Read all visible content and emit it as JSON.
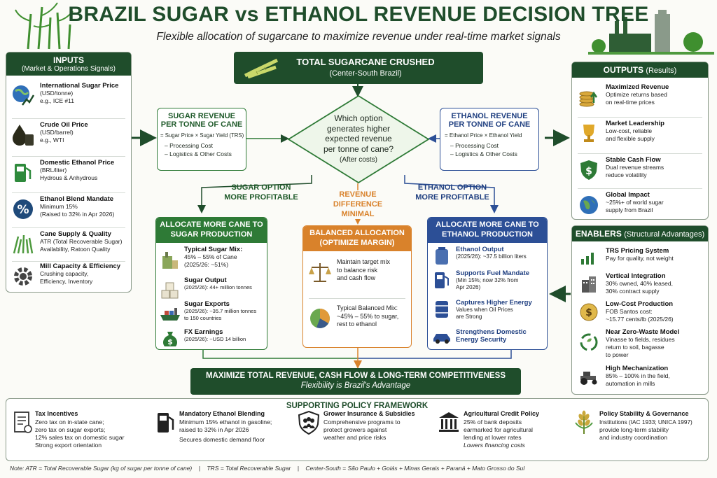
{
  "title": "BRAZIL SUGAR vs ETHANOL REVENUE DECISION TREE",
  "subtitle": "Flexible allocation of sugarcane to maximize revenue under real-time market signals",
  "inputs": {
    "header": "INPUTS",
    "subheader": "(Market & Operations Signals)",
    "items": [
      {
        "icon": "globe-chart-icon",
        "title": "International Sugar Price",
        "lines": [
          "(USD/tonne)",
          "e.g., ICE #11"
        ]
      },
      {
        "icon": "oil-drop-icon",
        "title": "Crude Oil Price",
        "lines": [
          "(USD/barrel)",
          "e.g., WTI"
        ]
      },
      {
        "icon": "fuel-pump-icon",
        "title": "Domestic Ethanol Price",
        "lines": [
          "(BRL/liter)",
          "Hydrous & Anhydrous"
        ]
      },
      {
        "icon": "percent-icon",
        "title": "Ethanol Blend Mandate",
        "lines": [
          "Minimum 15%",
          "(Raised to 32% in Apr 2026)"
        ]
      },
      {
        "icon": "cane-field-icon",
        "title": "Cane Supply & Quality",
        "lines": [
          "ATR (Total Recoverable Sugar)",
          "Availability, Ratoon Quality"
        ]
      },
      {
        "icon": "gear-icon",
        "title": "Mill Capacity & Efficiency",
        "lines": [
          "Crushing capacity,",
          "Efficiency, Inventory"
        ]
      }
    ]
  },
  "top": {
    "title": "TOTAL SUGARCANE CRUSHED",
    "sub": "(Center-South Brazil)"
  },
  "sugar_rev": {
    "title1": "SUGAR REVENUE",
    "title2": "PER TONNE OF CANE",
    "formula": "= Sugar Price × Sugar Yield (TRS)",
    "l1": "– Processing Cost",
    "l2": "– Logistics & Other Costs"
  },
  "ethanol_rev": {
    "title1": "ETHANOL REVENUE",
    "title2": "PER TONNE OF CANE",
    "formula": "= Ethanol Price × Ethanol Yield",
    "l1": "– Processing Cost",
    "l2": "– Logistics & Other Costs"
  },
  "decision": {
    "l1": "Which option",
    "l2": "generates higher",
    "l3": "expected revenue",
    "l4": "per tonne of cane?",
    "l5": "(After costs)"
  },
  "branches": {
    "sugar": [
      "SUGAR OPTION",
      "MORE PROFITABLE"
    ],
    "mid": [
      "REVENUE",
      "DIFFERENCE",
      "MINIMAL"
    ],
    "ethanol": [
      "ETHANOL OPTION",
      "MORE PROFITABLE"
    ]
  },
  "sugar_alloc": {
    "header1": "ALLOCATE MORE CANE TO",
    "header2": "SUGAR PRODUCTION",
    "items": [
      {
        "icon": "sugar-mill-icon",
        "title": "Typical Sugar Mix:",
        "lines": [
          "45% – 55% of Cane",
          "(2025/26: ~51%)"
        ]
      },
      {
        "icon": "sugar-cubes-icon",
        "title": "Sugar Output",
        "lines": [
          "(2025/26): 44+ million tonnes"
        ]
      },
      {
        "icon": "cargo-ship-icon",
        "title": "Sugar Exports",
        "lines": [
          "(2025/26): ~35.7 million tonnes",
          "to 150 countries"
        ]
      },
      {
        "icon": "money-bag-icon",
        "title": "FX Earnings",
        "lines": [
          "(2025/26): ~USD 14 billion"
        ]
      }
    ]
  },
  "balanced": {
    "header1": "BALANCED ALLOCATION",
    "header2": "(OPTIMIZE MARGIN)",
    "items": [
      {
        "icon": "balance-scale-icon",
        "lines": [
          "Maintain target mix",
          "to balance risk",
          "and cash flow"
        ]
      },
      {
        "icon": "pie-chart-icon",
        "lines": [
          "Typical Balanced Mix:",
          "~45% – 55% to sugar,",
          "rest to ethanol"
        ]
      }
    ]
  },
  "ethanol_alloc": {
    "header1": "ALLOCATE MORE CANE TO",
    "header2": "ETHANOL PRODUCTION",
    "items": [
      {
        "icon": "fuel-tank-icon",
        "title": "Ethanol Output",
        "lines": [
          "(2025/26): ~37.5 billion liters"
        ]
      },
      {
        "icon": "fuel-pump-icon",
        "title": "Supports Fuel Mandate",
        "lines": [
          "(Min 15%; now 32% from",
          "Apr 2026)"
        ]
      },
      {
        "icon": "oil-barrel-icon",
        "title": "Captures Higher Energy",
        "lines": [
          "Values when Oil Prices",
          "are Strong"
        ]
      },
      {
        "icon": "car-icon",
        "title": "Strengthens Domestic",
        "lines": [
          "Energy Security"
        ]
      }
    ]
  },
  "outputs": {
    "header": "OUTPUTS",
    "header_sub": "(Results)",
    "items": [
      {
        "icon": "coins-icon",
        "title": "Maximized Revenue",
        "lines": [
          "Optimize returns based",
          "on real-time prices"
        ]
      },
      {
        "icon": "trophy-icon",
        "title": "Market Leadership",
        "lines": [
          "Low-cost, reliable",
          "and flexible supply"
        ]
      },
      {
        "icon": "shield-dollar-icon",
        "title": "Stable Cash Flow",
        "lines": [
          "Dual revenue streams",
          "reduce volatility"
        ]
      },
      {
        "icon": "globe-icon",
        "title": "Global Impact",
        "lines": [
          "~25%+ of world sugar",
          "supply from Brazil"
        ]
      }
    ]
  },
  "enablers": {
    "header": "ENABLERS",
    "header_sub": "(Structural Advantages)",
    "items": [
      {
        "icon": "bar-chart-icon",
        "title": "TRS Pricing System",
        "lines": [
          "Pay for quality, not weight"
        ]
      },
      {
        "icon": "buildings-icon",
        "title": "Vertical Integration",
        "lines": [
          "30% owned, 40% leased,",
          "30% contract supply"
        ]
      },
      {
        "icon": "dollar-coin-icon",
        "title": "Low-Cost Production",
        "lines": [
          "FOB Santos cost:",
          "~15.77 cents/lb (2025/26)"
        ]
      },
      {
        "icon": "recycle-icon",
        "title": "Near Zero-Waste Model",
        "lines": [
          "Vinasse to fields, residues",
          "return to soil, bagasse",
          "to power"
        ]
      },
      {
        "icon": "tractor-icon",
        "title": "High Mechanization",
        "lines": [
          "85% – 100% in the field,",
          "automation in mills"
        ]
      }
    ]
  },
  "bottom": {
    "title": "MAXIMIZE TOTAL REVENUE, CASH FLOW & LONG-TERM COMPETITIVENESS",
    "sub": "Flexibility is Brazil's Advantage"
  },
  "policy": {
    "header": "SUPPORTING POLICY FRAMEWORK",
    "items": [
      {
        "icon": "document-icon",
        "title": "Tax Incentives",
        "lines": [
          "Zero tax on in-state cane;",
          "zero tax on sugar exports;",
          "12% sales tax on domestic sugar",
          "Strong export orientation"
        ]
      },
      {
        "icon": "fuel-pump-icon",
        "title": "Mandatory Ethanol Blending",
        "lines": [
          "Minimum 15% ethanol in gasoline;",
          "raised to 32% in Apr 2026",
          "Secures domestic demand floor"
        ]
      },
      {
        "icon": "shield-people-icon",
        "title": "Grower Insurance & Subsidies",
        "lines": [
          "Comprehensive programs to",
          "protect growers against",
          "weather and price risks"
        ]
      },
      {
        "icon": "bank-icon",
        "title": "Agricultural Credit Policy",
        "lines": [
          "25% of bank deposits",
          "earmarked for agricultural",
          "lending at lower rates",
          "Lowers financing costs"
        ]
      },
      {
        "icon": "wheat-icon",
        "title": "Policy Stability & Governance",
        "lines": [
          "Institutions (IAC 1933; UNICA 1997)",
          "provide long-term stability",
          "and industry coordination"
        ]
      }
    ]
  },
  "note": "Note: ATR = Total Recoverable Sugar (kg of sugar per tonne of cane)    |    TRS = Total Recoverable Sugar    |    Center-South = São Paulo + Goiás + Minas Gerais + Paraná + Mato Grosso do Sul",
  "colors": {
    "green": "#1f4d2b",
    "mid_green": "#2e7a36",
    "blue": "#2c4f96",
    "orange": "#d9822b"
  }
}
